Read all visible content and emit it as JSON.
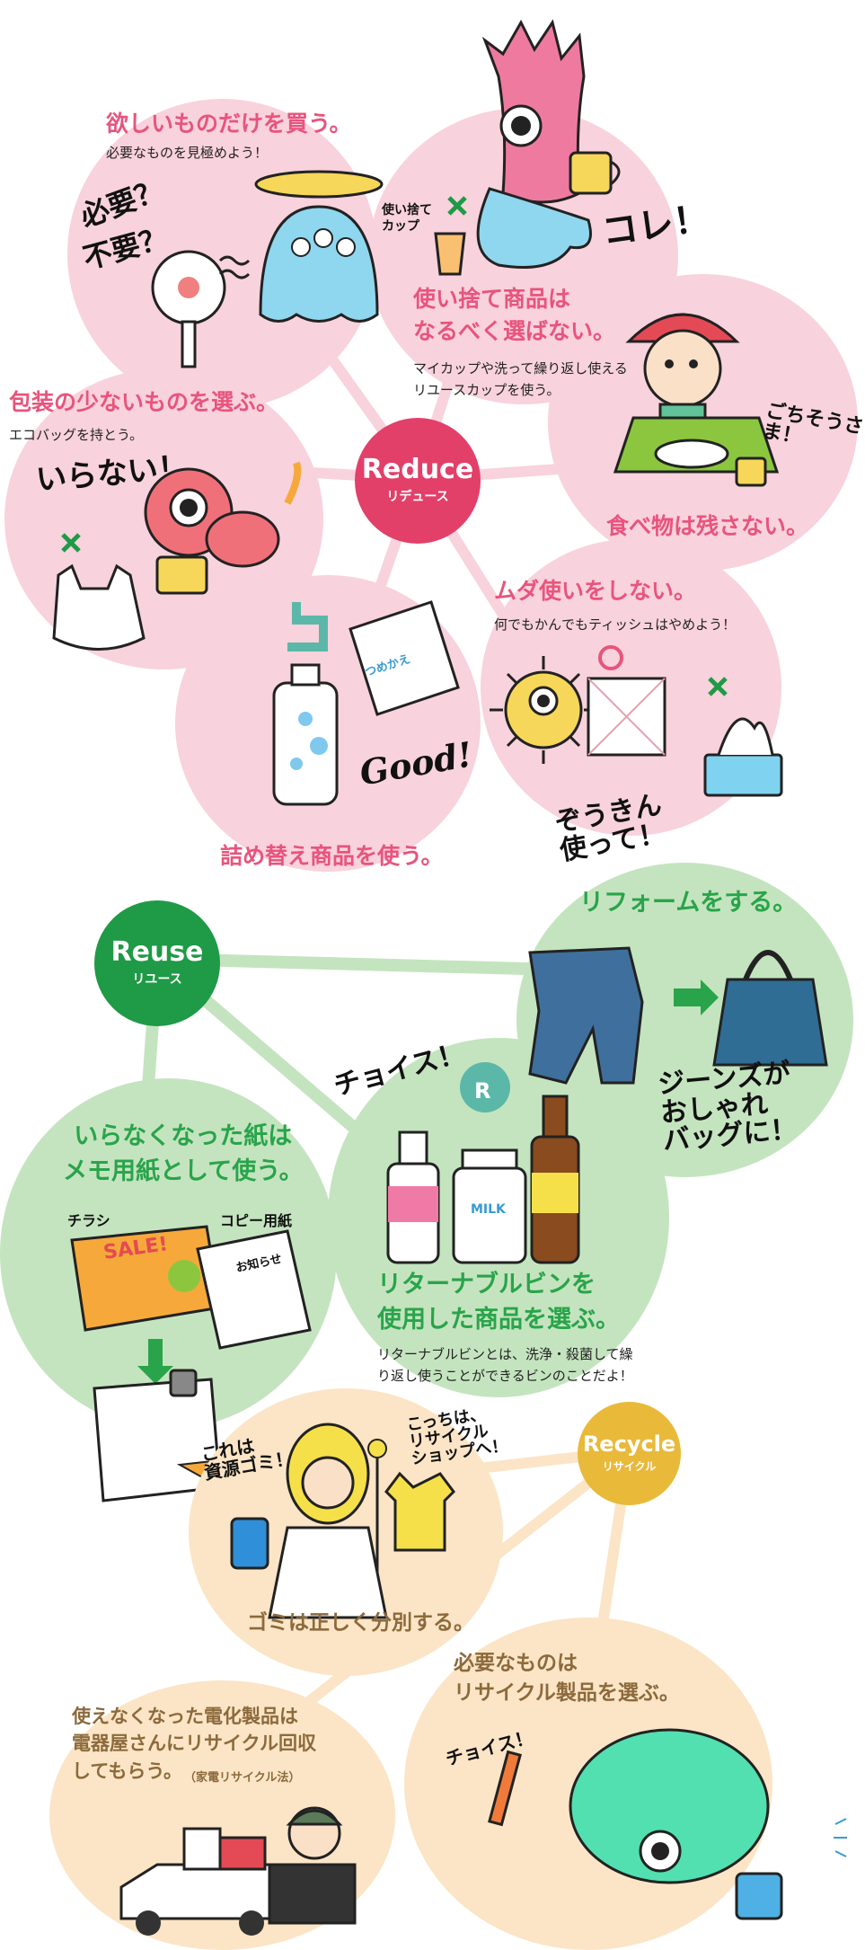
{
  "colors": {
    "reduce": "#e23f69",
    "reuse": "#1f9a46",
    "recycle": "#e9b93a",
    "pink_bubble": "#f8d2dc",
    "green_bubble": "#c4e4bf",
    "beige_bubble": "#fbe5c6"
  },
  "reduce": {
    "hub": {
      "en": "Reduce",
      "jp": "リデュース"
    },
    "buy_needed": {
      "title": "欲しいものだけを買う。",
      "sub": "必要なものを見極めよう！",
      "hand1": "必要？",
      "hand2": "不要？"
    },
    "disposable": {
      "title": "使い捨て商品は\nなるべく選ばない。",
      "sub": "マイカップや洗って繰り返し使える\nリユースカップを使う。",
      "cup_label": "使い捨て\nカップ",
      "hand": "コレ！"
    },
    "packaging": {
      "title": "包装の少ないものを選ぶ。",
      "sub": "エコバッグを持とう。",
      "hand": "いらない！"
    },
    "food": {
      "title": "食べ物は残さない。",
      "hand": "ごちそうさま！"
    },
    "waste": {
      "title": "ムダ使いをしない。",
      "sub": "何でもかんでもティッシュはやめよう！",
      "hand": "ぞうきん\n使って！"
    },
    "refill": {
      "title": "詰め替え商品を使う。",
      "hand": "Good!",
      "pack_label": "つめかえ"
    }
  },
  "reuse": {
    "hub": {
      "en": "Reuse",
      "jp": "リユース"
    },
    "reform": {
      "title": "リフォームをする。",
      "hand": "ジーンズが\nおしゃれ\nバッグに！"
    },
    "paper": {
      "title": "いらなくなった紙は\nメモ用紙として使う。",
      "flyer_label": "チラシ",
      "copy_label": "コピー用紙",
      "sale": "SALE!",
      "notice": "お知らせ"
    },
    "bottle": {
      "title": "リターナブルビンを\n使用した商品を選ぶ。",
      "sub": "リターナブルビンとは、洗浄・殺菌して繰\nり返し使うことができるビンのことだよ！",
      "hand": "チョイス！",
      "milk": "MILK",
      "mark": "R"
    }
  },
  "recycle": {
    "hub": {
      "en": "Recycle",
      "jp": "リサイクル"
    },
    "sort": {
      "title": "ゴミは正しく分別する。",
      "hand1": "これは\n資源ゴミ！",
      "hand2": "こっちは、\nリサイクル\nショップへ！"
    },
    "products": {
      "title": "必要なものは\nリサイクル製品を選ぶ。",
      "hand": "チョイス！"
    },
    "appliance": {
      "title": "使えなくなった電化製品は\n電器屋さんにリサイクル回収\nしてもらう。",
      "note": "（家電リサイクル法）"
    }
  }
}
